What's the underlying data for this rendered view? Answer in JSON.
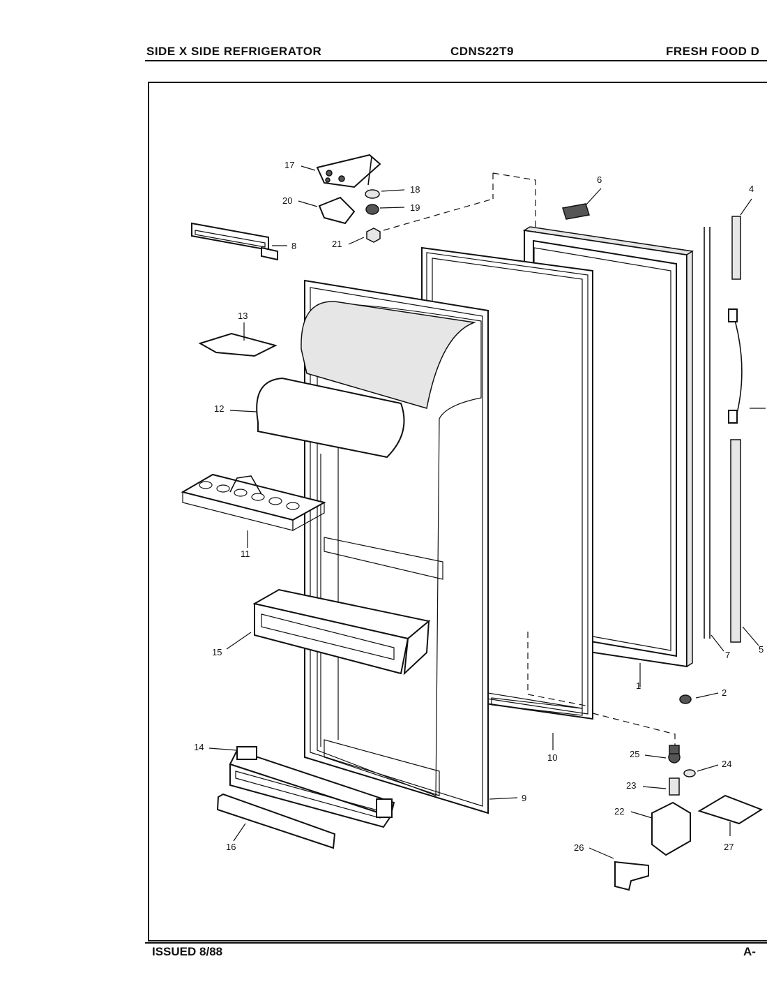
{
  "header": {
    "left": "SIDE X SIDE REFRIGERATOR",
    "model": "CDNS22T9",
    "right": "FRESH FOOD D"
  },
  "footer": {
    "issued": "ISSUED 8/88",
    "page": "A-"
  },
  "callouts": [
    "1",
    "2",
    "4",
    "5",
    "6",
    "7",
    "8",
    "9",
    "10",
    "11",
    "12",
    "13",
    "14",
    "15",
    "16",
    "17",
    "18",
    "19",
    "20",
    "21",
    "22",
    "23",
    "24",
    "25",
    "26",
    "27"
  ]
}
